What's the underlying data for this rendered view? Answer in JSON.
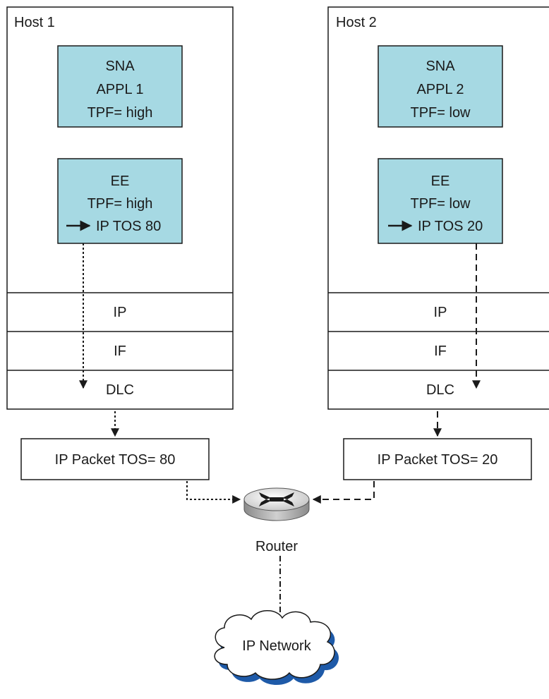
{
  "colors": {
    "appl_box": "#a6d9e3",
    "cloud_shadow": "#1e5aa8",
    "router_top": "#d9d9d9",
    "line": "#1a1a1a"
  },
  "host1": {
    "title": "Host 1",
    "appl": {
      "line1": "SNA",
      "line2": "APPL 1",
      "line3": "TPF= high"
    },
    "ee": {
      "line1": "EE",
      "line2": "TPF= high",
      "line3": "IP TOS 80"
    },
    "layers": [
      "IP",
      "IF",
      "DLC"
    ],
    "packet": "IP Packet TOS= 80"
  },
  "host2": {
    "title": "Host 2",
    "appl": {
      "line1": "SNA",
      "line2": "APPL 2",
      "line3": "TPF= low"
    },
    "ee": {
      "line1": "EE",
      "line2": "TPF= low",
      "line3": "IP TOS 20"
    },
    "layers": [
      "IP",
      "IF",
      "DLC"
    ],
    "packet": "IP Packet TOS= 20"
  },
  "router": {
    "label": "Router",
    "icon": "router-icon"
  },
  "network": {
    "label": "IP Network",
    "icon": "cloud-icon"
  }
}
